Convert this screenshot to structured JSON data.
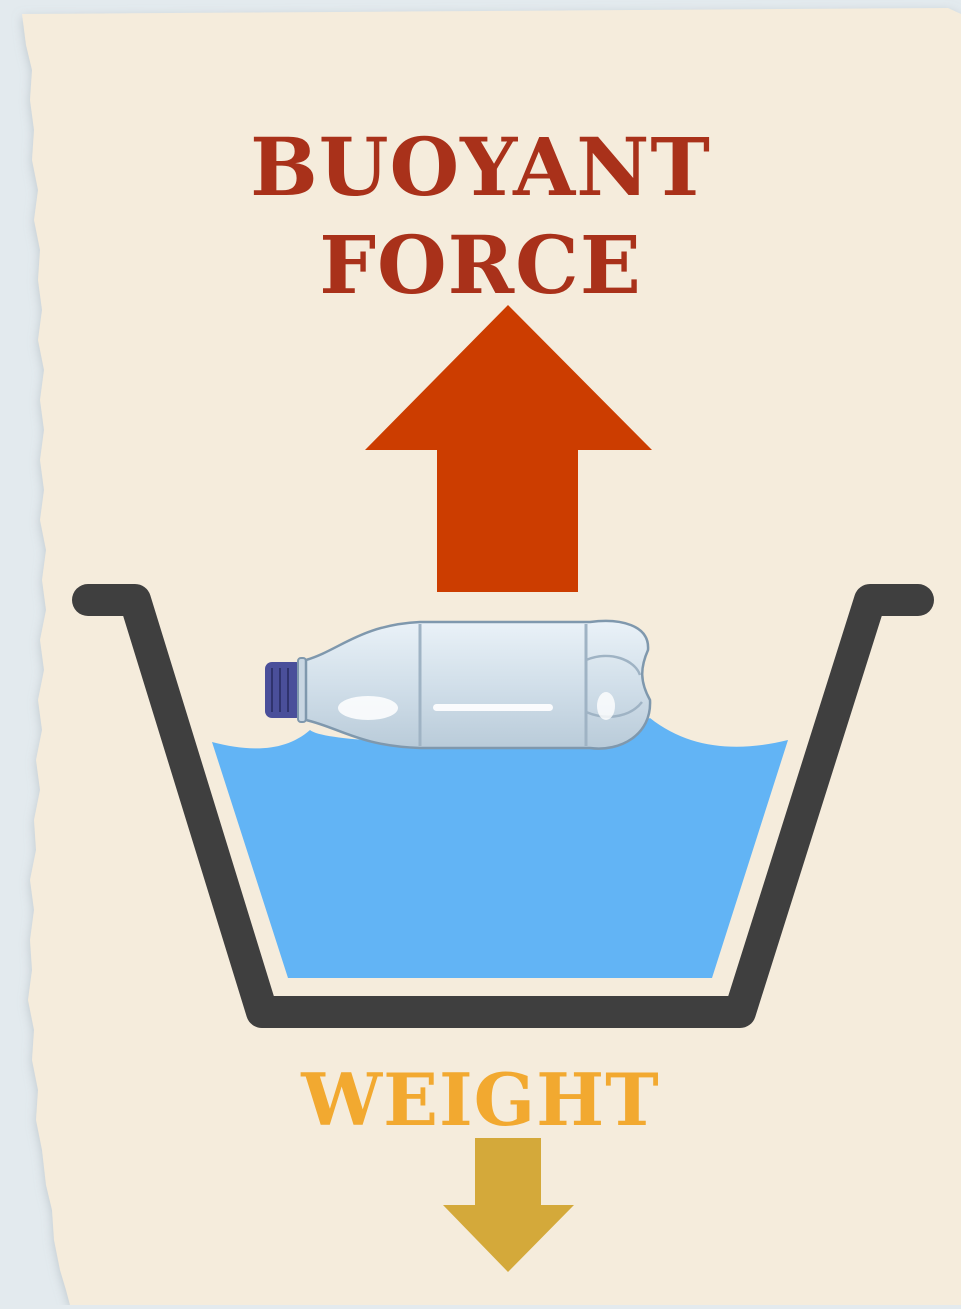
{
  "labels": {
    "buoyant_line1": "BUOYANT",
    "buoyant_line2": "FORCE",
    "weight": "WEIGHT"
  },
  "colors": {
    "paper": "#f5ecdc",
    "background": "#e3eaee",
    "buoyant_text": "#a9311a",
    "buoyant_arrow": "#cc3d00",
    "weight_text": "#f2a930",
    "weight_arrow": "#d4a93a",
    "basin_outline": "#3f3f3f",
    "water": "#62b4f5",
    "bottle_body": "#d6e3ec",
    "bottle_cap": "#4a4f9a"
  },
  "icons": {
    "up_arrow": "arrow-up-icon",
    "down_arrow": "arrow-down-icon",
    "basin": "basin-icon",
    "bottle": "bottle-icon"
  }
}
